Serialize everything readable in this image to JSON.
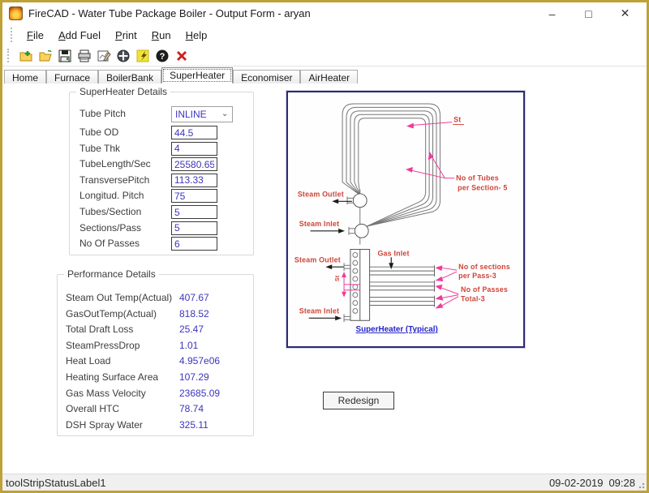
{
  "window": {
    "title": "FireCAD - Water Tube Package Boiler - Output Form - aryan",
    "controls": {
      "minimize": "–",
      "maximize": "□",
      "close": "✕"
    }
  },
  "menu": {
    "items": [
      {
        "label": "File"
      },
      {
        "label": "Add Fuel"
      },
      {
        "label": "Print"
      },
      {
        "label": "Run"
      },
      {
        "label": "Help"
      }
    ]
  },
  "toolbar": {
    "icons": [
      "new-file-icon",
      "open-folder-icon",
      "save-icon",
      "print-icon",
      "chart-edit-icon",
      "add-globe-icon",
      "run-spark-icon",
      "help-icon",
      "exit-icon"
    ]
  },
  "tabs": {
    "items": [
      "Home",
      "Furnace",
      "BoilerBank",
      "SuperHeater",
      "Economiser",
      "AirHeater"
    ],
    "selected": "SuperHeater"
  },
  "superheater_details": {
    "legend": "SuperHeater Details",
    "tube_pitch": {
      "label": "Tube Pitch",
      "value": "INLINE"
    },
    "fields": [
      {
        "label": "Tube OD",
        "value": "44.5"
      },
      {
        "label": "Tube Thk",
        "value": "4"
      },
      {
        "label": "TubeLength/Sec",
        "value": "25580.65"
      },
      {
        "label": "TransversePitch",
        "value": "113.33"
      },
      {
        "label": "Longitud. Pitch",
        "value": "75"
      },
      {
        "label": "Tubes/Section",
        "value": "5"
      },
      {
        "label": "Sections/Pass",
        "value": "5"
      },
      {
        "label": "No Of Passes",
        "value": "6"
      }
    ]
  },
  "performance_details": {
    "legend": "Performance Details",
    "rows": [
      {
        "label": "Steam Out Temp(Actual)",
        "value": "407.67"
      },
      {
        "label": "GasOutTemp(Actual)",
        "value": "818.52"
      },
      {
        "label": "Total Draft Loss",
        "value": "25.47"
      },
      {
        "label": "SteamPressDrop",
        "value": "1.01"
      },
      {
        "label": "Heat Load",
        "value": "4.957e06"
      },
      {
        "label": "Heating Surface Area",
        "value": "107.29"
      },
      {
        "label": "Gas Mass Velocity",
        "value": "23685.09"
      },
      {
        "label": "Overall HTC",
        "value": "78.74"
      },
      {
        "label": "DSH Spray Water",
        "value": "325.11"
      }
    ]
  },
  "diagram": {
    "labels": {
      "steam_outlet_top": "Steam Outlet",
      "steam_inlet_top": "Steam Inlet",
      "st": "St",
      "tubes_note_line1": "No of Tubes",
      "tubes_note_line2": "per Section- 5",
      "gas_inlet": "Gas Inlet",
      "steam_outlet_bottom": "Steam Outlet",
      "steam_inlet_bottom": "Steam Inlet",
      "st_small": "St",
      "sections_note_line1": "No of sections",
      "sections_note_line2": "per Pass-3",
      "passes_note_line1": "No of Passes",
      "passes_note_line2": "Total-3",
      "caption": "SuperHeater (Typical)"
    },
    "colors": {
      "red_text": "#cc4438",
      "magenta": "#ef3a9a",
      "tube_gray": "#757575",
      "link_blue": "#2424c8",
      "panel_border": "#2b2b6e"
    }
  },
  "redesign_button": "Redesign",
  "status_bar": {
    "label": "toolStripStatusLabel1",
    "date": "09-02-2019",
    "time": "09:28"
  },
  "colors": {
    "frame_gold": "#bfa135",
    "value_blue": "#3c35bb"
  }
}
